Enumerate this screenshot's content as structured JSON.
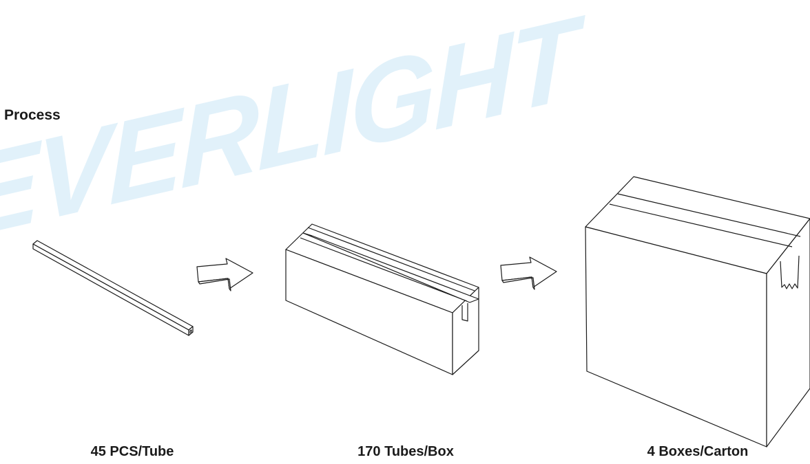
{
  "watermark": {
    "text": "EVERLIGHT",
    "color": "#e1f1fa"
  },
  "section": {
    "title": "Process"
  },
  "steps": [
    {
      "label": "45 PCS/Tube",
      "icon": "tube-icon"
    },
    {
      "label": "170 Tubes/Box",
      "icon": "box-icon"
    },
    {
      "label": "4 Boxes/Carton",
      "icon": "carton-icon"
    }
  ],
  "arrows": [
    "arrow-right-icon",
    "arrow-right-icon"
  ]
}
